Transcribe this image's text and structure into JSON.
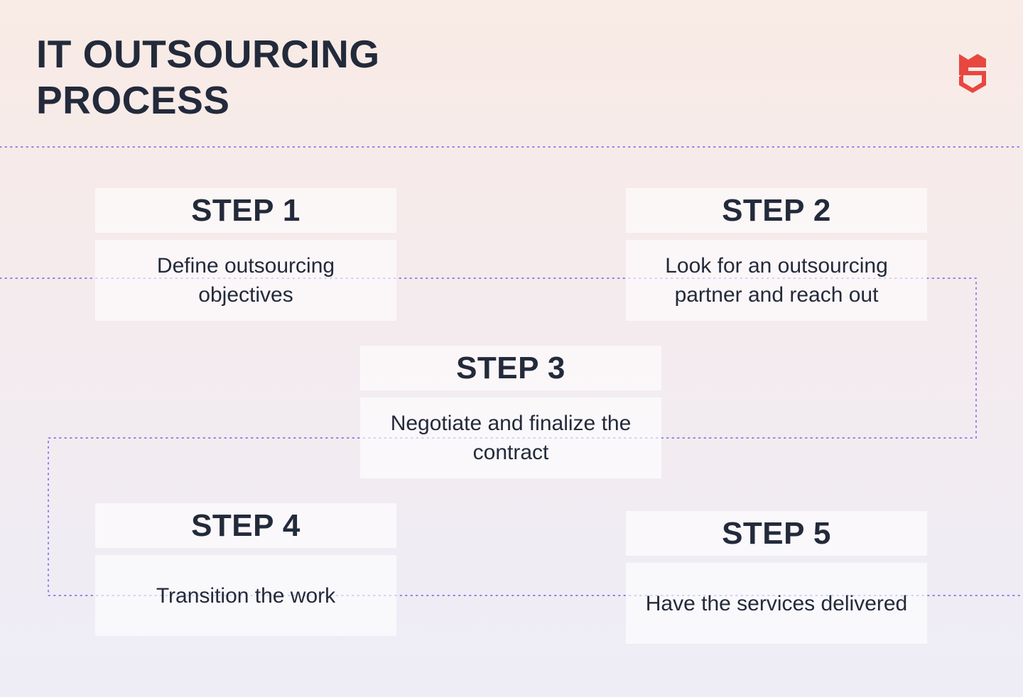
{
  "title": {
    "line1": "IT OUTSOURCING",
    "line2": "PROCESS"
  },
  "logo": {
    "icon": "shield-s-logo-icon",
    "color": "#e8473f"
  },
  "steps": [
    {
      "label": "STEP 1",
      "text": "Define outsourcing objectives"
    },
    {
      "label": "STEP 2",
      "text": "Look for an outsourcing partner and reach out"
    },
    {
      "label": "STEP 3",
      "text": "Negotiate and finalize the contract"
    },
    {
      "label": "STEP 4",
      "text": "Transition the work"
    },
    {
      "label": "STEP 5",
      "text": "Have the services delivered"
    }
  ],
  "colors": {
    "text": "#232a3a",
    "connector": "#8f7cf2",
    "accent": "#e8473f"
  }
}
